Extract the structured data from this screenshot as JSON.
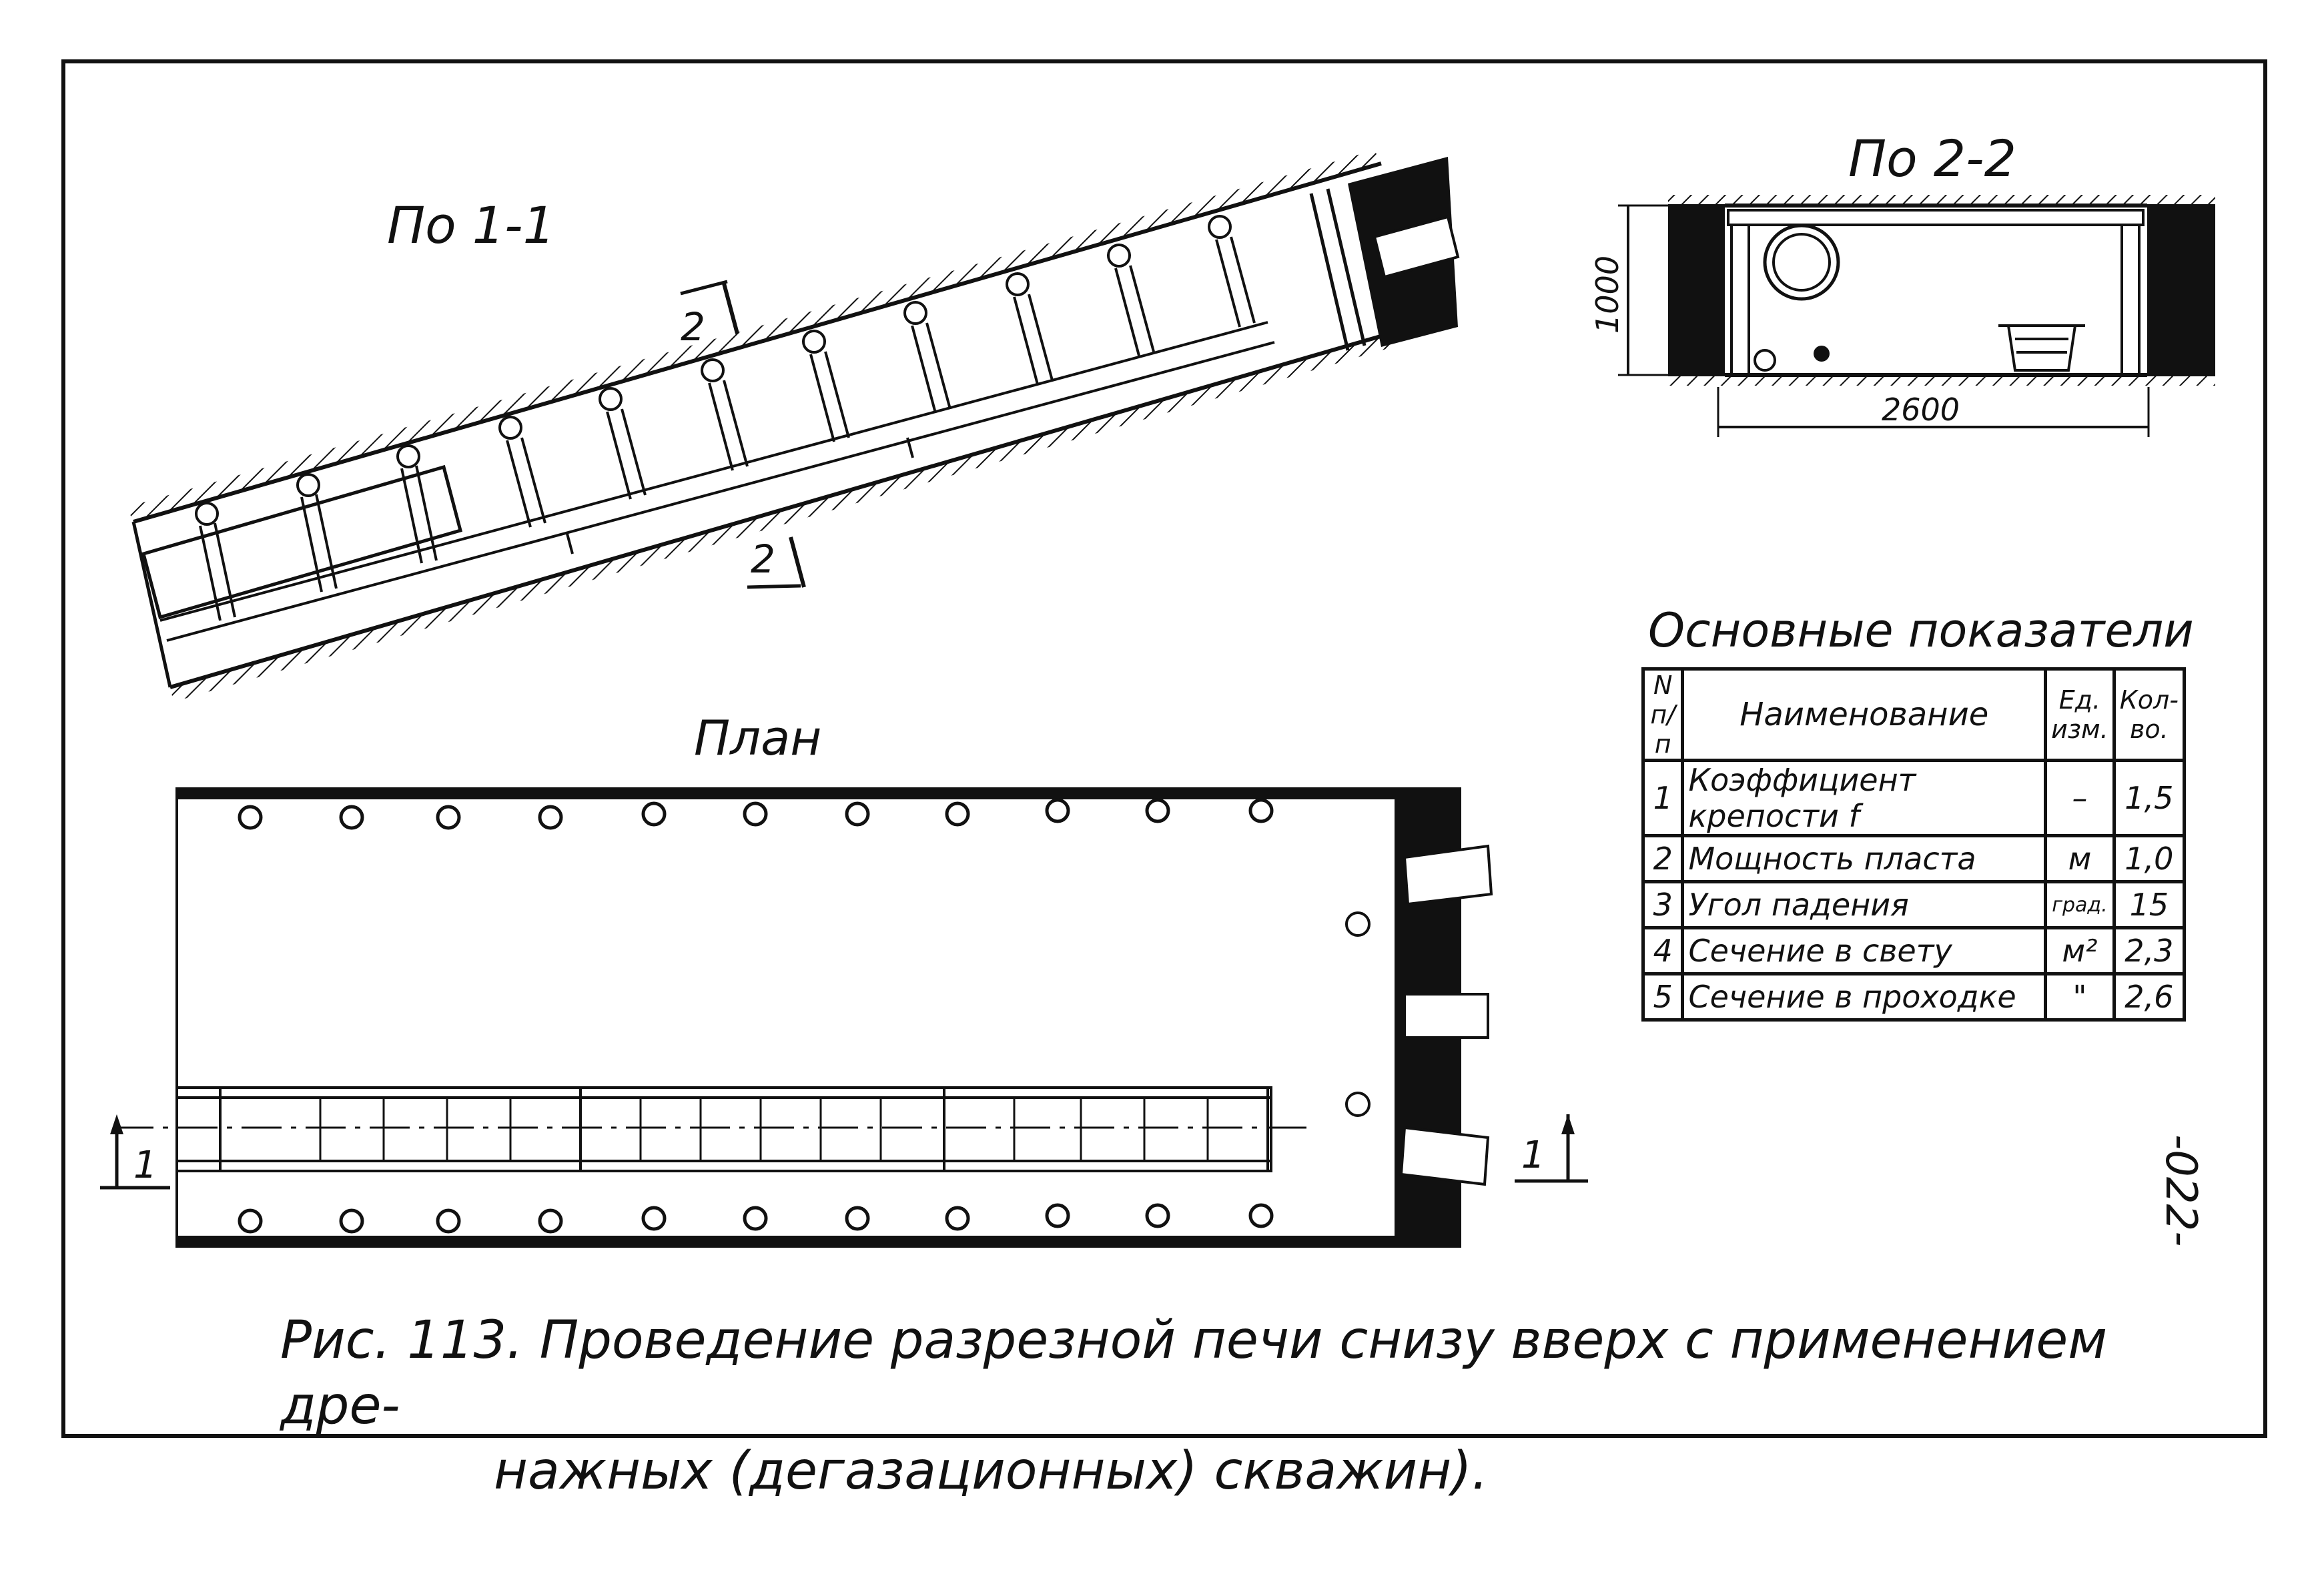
{
  "section_1_title": "По 1-1",
  "section_2_title": "По 2-2",
  "plan_title": "План",
  "dim_height": "1000",
  "dim_width": "2600",
  "cut_2_label": "2",
  "cut_1_label": "1",
  "table": {
    "title": "Основные показатели",
    "headers": {
      "num": "N п/п",
      "name": "Наименование",
      "unit": "Ед. изм.",
      "qty": "Кол-во."
    },
    "rows": [
      {
        "num": "1",
        "name": "Коэффициент крепости f",
        "unit": "–",
        "qty": "1,5"
      },
      {
        "num": "2",
        "name": "Мощность пласта",
        "unit": "м",
        "qty": "1,0"
      },
      {
        "num": "3",
        "name": "Угол падения",
        "unit": "град.",
        "qty": "15"
      },
      {
        "num": "4",
        "name": "Сечение в свету",
        "unit": "м²",
        "qty": "2,3"
      },
      {
        "num": "5",
        "name": "Сечение в проходке",
        "unit": "\"",
        "qty": "2,6"
      }
    ]
  },
  "caption_line1": "Рис. 113. Проведение разрезной печи снизу вверх с применением дре-",
  "caption_line2": "нажных (дегазационных) скважин).",
  "page_number": "-022-"
}
